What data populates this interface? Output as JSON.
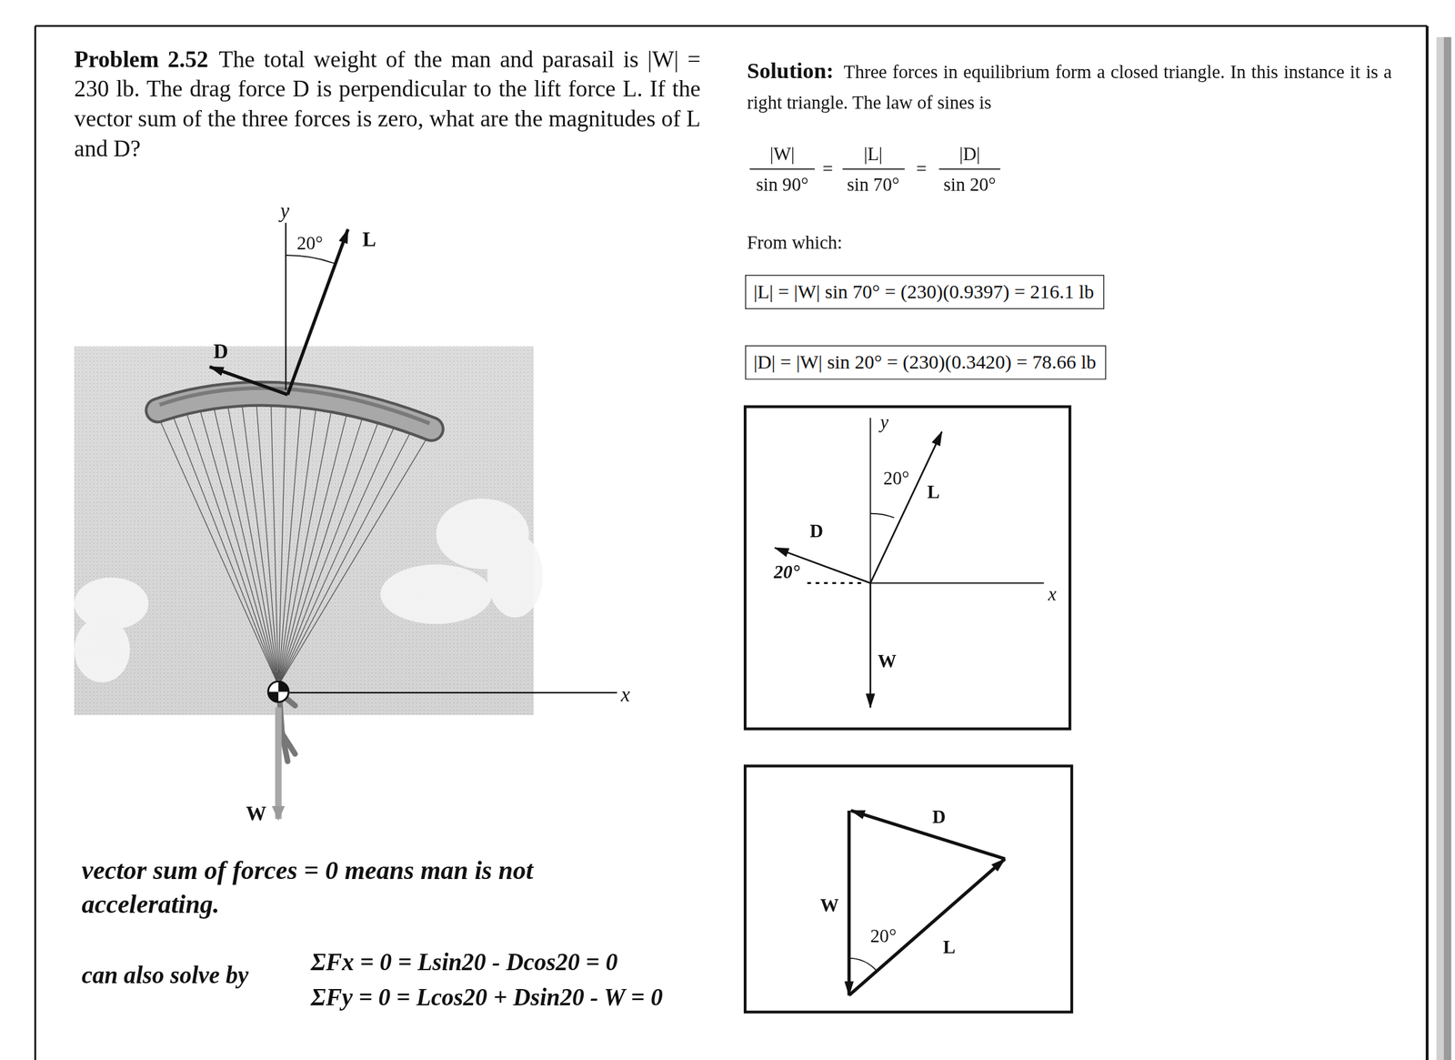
{
  "diagram": {
    "nodes": [
      {
        "text": [
          "|L| = |W| sin 70° = (230)(0.9397) = 216.1 lb"
        ]
      },
      {
        "text": [
          "|D| = |W| sin 20° = (230)(0.3420) = 78.66 lb"
        ]
      }
    ],
    "labels": [
      "Problem 2.52",
      "The total weight of the man and parasail is |W| = 230 lb. The drag force D is perpendicular to the lift force L. If the vector sum of the three forces is zero, what are the magnitudes of L and D?",
      "Solution:",
      "Three forces in equilibrium form a closed triangle. In this instance it is a right triangle. The law of sines is",
      "|W|",
      "sin 90°",
      "=",
      "|L|",
      "sin 70°",
      "=",
      "|D|",
      "sin 20°",
      "From which:",
      "y",
      "20°",
      "L",
      "D",
      "x",
      "W",
      "y",
      "20°",
      "L",
      "D",
      "20°",
      "x",
      "W",
      "D",
      "W",
      "20°",
      "L",
      "vector sum of forces = 0 means man is not accelerating.",
      "can also solve by",
      "ΣFx = 0 = Lsin20 - Dcos20 = 0",
      "ΣFy = 0 = Lcos20 + Dsin20 - W = 0"
    ]
  }
}
